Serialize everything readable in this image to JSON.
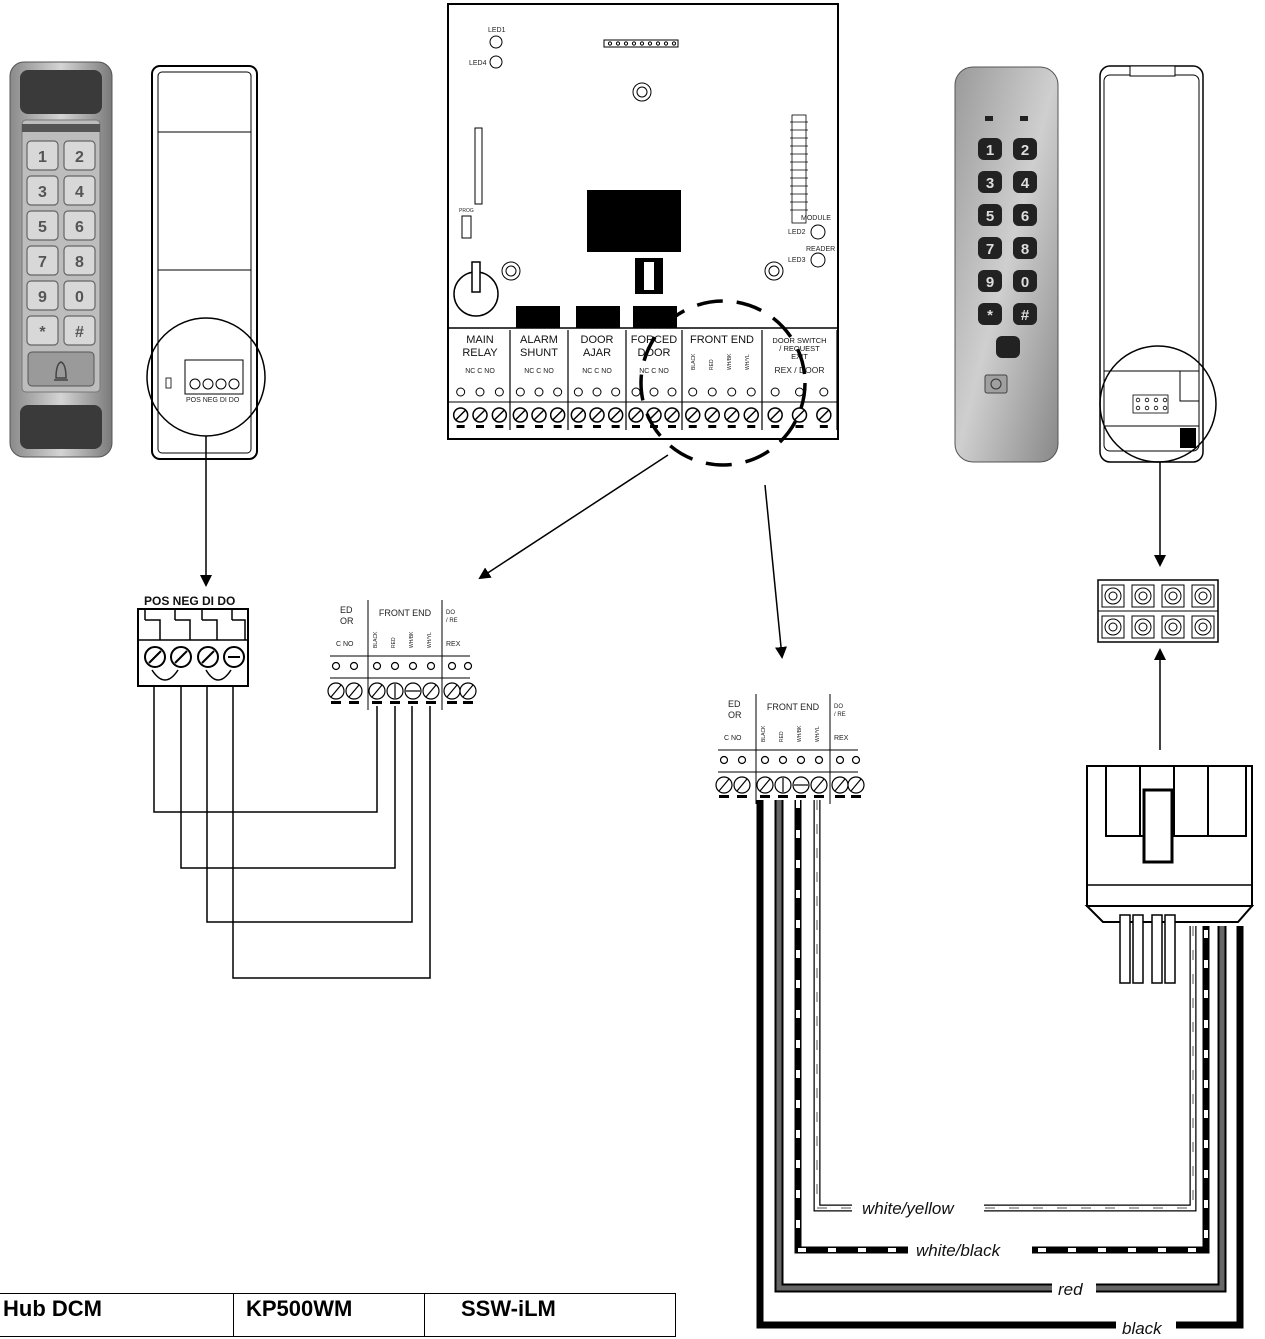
{
  "panel": {
    "led1": "LED1",
    "led4": "LED4",
    "led2": "LED2",
    "led3": "LED3",
    "prog": "PROG",
    "module": "MODULE",
    "reader": "READER",
    "terminals": [
      {
        "l1": "MAIN",
        "l2": "RELAY",
        "pins": "NC  C  NO"
      },
      {
        "l1": "ALARM",
        "l2": "SHUNT",
        "pins": "NC  C  NO"
      },
      {
        "l1": "DOOR",
        "l2": "AJAR",
        "pins": "NC  C  NO"
      },
      {
        "l1": "FORCED",
        "l2": "DOOR",
        "pins": "NC  C  NO"
      },
      {
        "l1": "FRONT END",
        "l2": "",
        "pins": ""
      },
      {
        "l1": "DOOR SWITCH",
        "l2": "/ REQUEST",
        "l3": "EXIT",
        "pins": "REX / DOOR"
      }
    ],
    "front_end_wires": [
      "BLACK",
      "RED",
      "WH/BK",
      "WH/YL"
    ]
  },
  "keypad_left": {
    "keys": [
      "1",
      "2",
      "3",
      "4",
      "5",
      "6",
      "7",
      "8",
      "9",
      "0",
      "*",
      "#"
    ],
    "terminal_pins": "POS NEG DI  DO"
  },
  "keypad_right": {
    "keys": [
      "1",
      "2",
      "3",
      "4",
      "5",
      "6",
      "7",
      "8",
      "9",
      "0",
      "*",
      "#"
    ]
  },
  "connector_left": {
    "label": "POS NEG DI DO"
  },
  "front_end_zoom": {
    "title": "FRONT END",
    "left_partial": "ED\nOR",
    "left_pins": "C  NO",
    "right_partial": "DO\n/ RE",
    "right_rex": "REX"
  },
  "wire_labels": [
    "white/yellow",
    "white/black",
    "red",
    "black"
  ],
  "table": {
    "headers": [
      "Hub DCM",
      "KP500WM",
      "SSW-iLM"
    ]
  }
}
